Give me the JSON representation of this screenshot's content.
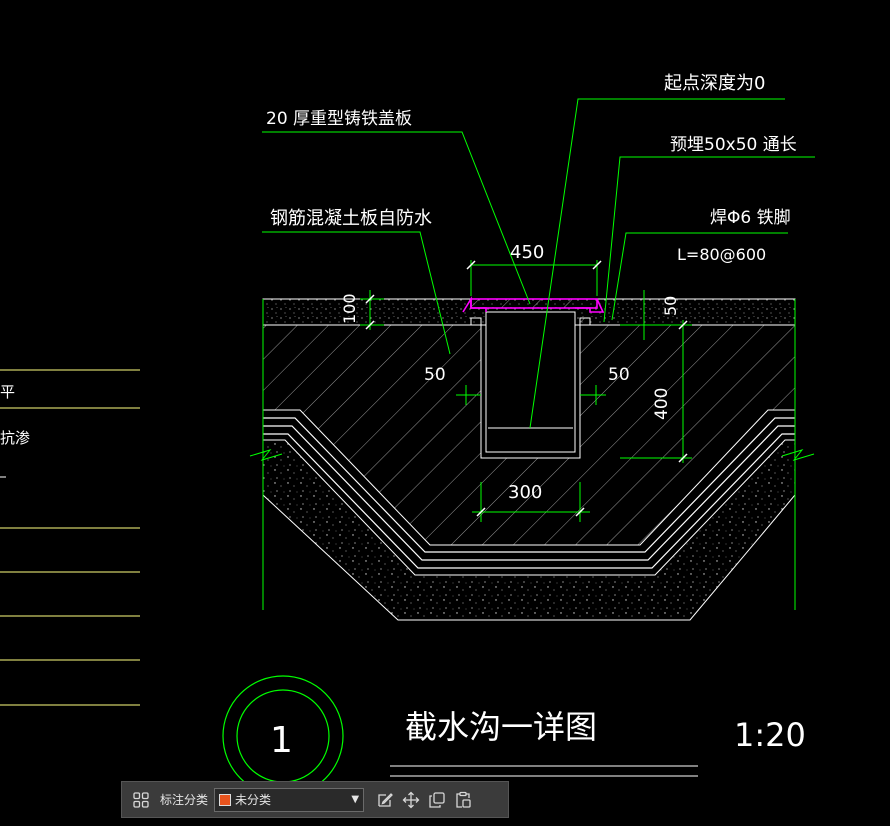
{
  "drawing": {
    "labels": {
      "cover_plate": "20  厚重型铸铁盖板",
      "start_depth": "起点深度为0",
      "embedded": "预埋50x50   通长",
      "rc_slab": "钢筋混凝土板自防水",
      "weld_feet": "焊Φ6 铁脚",
      "spacing": "L=80@600"
    },
    "dimensions": {
      "width_top": "450",
      "thickness": "100",
      "side_50": "50",
      "left_50": "50",
      "right_50": "50",
      "depth_400": "400",
      "width_bottom": "300"
    },
    "title": {
      "number": "1",
      "name": "截水沟一详图",
      "scale": "1:20"
    },
    "left_fragments": {
      "frag1": "平",
      "frag2": "抗渗"
    },
    "colors": {
      "background": "#000000",
      "line": "#ffffff",
      "leader": "#00ff00",
      "dimension": "#00ff00",
      "cover": "#ff00ff",
      "reference": "#ffff80"
    }
  },
  "toolbar": {
    "grid_icon": "grid-icon",
    "category_label": "标注分类",
    "selected_value": "未分类",
    "swatch_color": "#e8541e",
    "tools": [
      "edit-icon",
      "move-icon",
      "copy-icon",
      "paste-icon"
    ]
  }
}
